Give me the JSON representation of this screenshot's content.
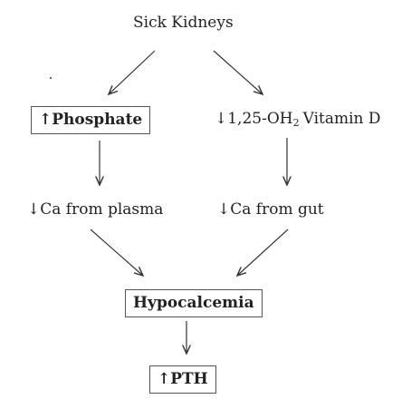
{
  "diagram": {
    "top": "Sick Kidneys",
    "left_box": {
      "arrow": "↑",
      "label": "Phosphate"
    },
    "right_top": {
      "prefix": "↓1,25-OH",
      "subscript": "2",
      "suffix": "Vitamin D"
    },
    "left_mid": "↓Ca from plasma",
    "right_mid": "↓Ca from gut",
    "center_box": "Hypocalcemia",
    "bottom_box": {
      "arrow": "↑",
      "label": "PTH"
    }
  },
  "colors": {
    "text": "#222222",
    "arrow": "#333333",
    "box_border": "#555555",
    "background": "#ffffff"
  }
}
